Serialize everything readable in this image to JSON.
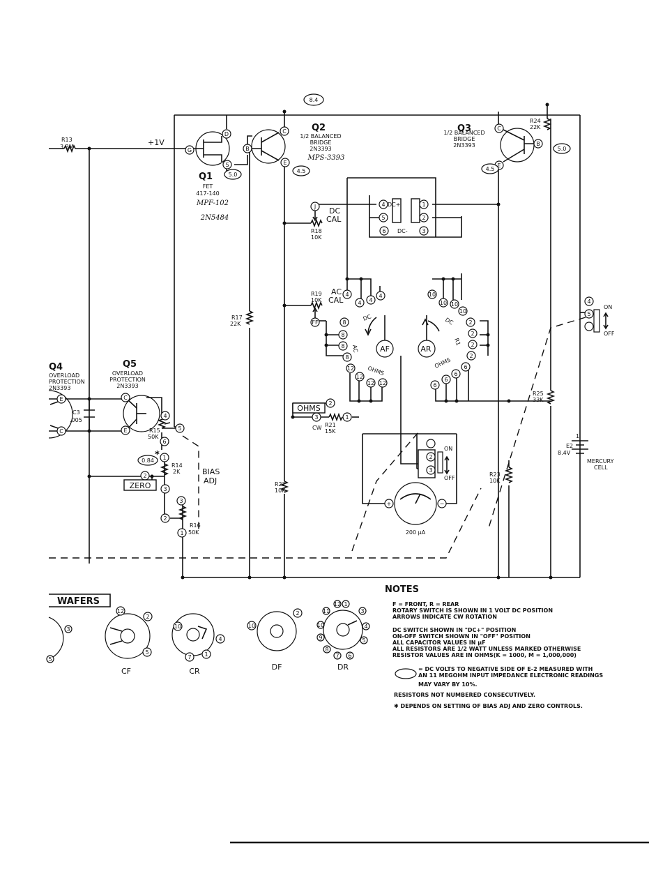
{
  "header_bubble": "8.4",
  "transistors": {
    "q1": {
      "name": "Q1",
      "lines": [
        "FET",
        "417-140"
      ],
      "hand": [
        "MPF-102",
        "2N5484"
      ]
    },
    "q2": {
      "name": "Q2",
      "lines": [
        "1/2 BALANCED",
        "BRIDGE",
        "2N3393"
      ],
      "hand": "MPS-3393"
    },
    "q3": {
      "name": "Q3",
      "lines": [
        "1/2 BALANCED",
        "BRIDGE",
        "2N3393"
      ]
    },
    "q4": {
      "name": "Q4",
      "lines": [
        "OVERLOAD",
        "PROTECTION",
        "2N3393"
      ]
    },
    "q5": {
      "name": "Q5",
      "lines": [
        "OVERLOAD",
        "PROTECTION",
        "2N3393"
      ]
    }
  },
  "pin_letters": {
    "g": "G",
    "d": "D",
    "s": "S",
    "b": "B",
    "c": "C",
    "e": "E",
    "j": "J",
    "ff": "FF"
  },
  "voltage_bubbles": {
    "v50a": "5.0",
    "v45a": "4.5",
    "v45b": "4.5",
    "v50b": "5.0",
    "v084": "0.84"
  },
  "supply": "+1V",
  "resistors": {
    "r13": {
      "name": "R13",
      "value": "3.3M"
    },
    "r24": {
      "name": "R24",
      "value": "22K"
    },
    "r18": {
      "name": "R18",
      "value": "10K"
    },
    "r19": {
      "name": "R19",
      "value": "10K"
    },
    "r17": {
      "name": "R17",
      "value": "22K"
    },
    "r21": {
      "name": "R21",
      "value": "15K"
    },
    "r22": {
      "name": "R22",
      "value": "10K"
    },
    "r23": {
      "name": "R23",
      "value": "10K"
    },
    "r25": {
      "name": "R25",
      "value": "33K"
    },
    "r15": {
      "name": "R15",
      "value": "50K"
    },
    "r14": {
      "name": "R14",
      "value": "2K"
    },
    "r16": {
      "name": "R16",
      "value": "50K"
    }
  },
  "capacitor": {
    "name": "C3",
    "value": ".005"
  },
  "controls": {
    "dc_cal": [
      "DC",
      "CAL"
    ],
    "ac_cal": [
      "AC",
      "CAL"
    ],
    "ohms": "OHMS",
    "cw": "CW",
    "zero": "ZERO",
    "bias_adj": [
      "BIAS",
      "ADJ"
    ],
    "asterisk": "*"
  },
  "dc_switch": {
    "dc_plus": "DC+",
    "dc_minus": "DC-"
  },
  "pins": {
    "n1": "1",
    "n2": "2",
    "n3": "3",
    "n4": "4",
    "n5": "5",
    "n6": "6",
    "n8": "8",
    "n10": "10",
    "n12": "12"
  },
  "rotary": {
    "af": "AF",
    "ar": "AR",
    "ac": "AC",
    "ohms": "OHMS",
    "dc": "DC",
    "r1": "R1"
  },
  "meter": {
    "range": "200 µA",
    "plus": "+",
    "minus": "−"
  },
  "on_off": {
    "on": "ON",
    "off": "OFF"
  },
  "battery": {
    "name": "E2",
    "value": "8.4V",
    "cell": [
      "MERCURY",
      "CELL"
    ]
  },
  "wafers": {
    "title": "WAFERS",
    "labels": [
      "CF",
      "CR",
      "DF",
      "DR"
    ],
    "cf_pins": [
      "12",
      "2",
      "5"
    ],
    "cr_pins": [
      "10",
      "7",
      "4",
      "1"
    ],
    "df_pins": [
      "10",
      "2"
    ],
    "dr_pins": [
      "12",
      "1",
      "11",
      "3",
      "10",
      "4",
      "9",
      "5",
      "8",
      "7",
      "6"
    ]
  },
  "notes": {
    "title": "NOTES",
    "lines": [
      "F = FRONT, R = REAR",
      "ROTARY SWITCH IS SHOWN IN 1 VOLT DC POSITION",
      "ARROWS INDICATE CW ROTATION",
      "DC SWITCH SHOWN IN \"DC+\" POSITION",
      "ON-OFF SWITCH SHOWN IN \"OFF\" POSITION",
      "ALL CAPACITOR VALUES IN µF",
      "ALL RESISTORS ARE 1/2 WATT UNLESS MARKED OTHERWISE",
      "RESISTOR VALUES ARE IN OHMS(K = 1000, M = 1,000,000)"
    ],
    "bubble_note": [
      "= DC VOLTS TO NEGATIVE SIDE OF E-2 MEASURED WITH",
      "AN 11 MEGOHM INPUT IMPEDANCE ELECTRONIC READINGS",
      "MAY VARY BY 10%."
    ],
    "consecutive": "RESISTORS NOT NUMBERED CONSECUTIVELY.",
    "depends": "✱ DEPENDS ON SETTING OF BIAS ADJ AND ZERO CONTROLS."
  }
}
